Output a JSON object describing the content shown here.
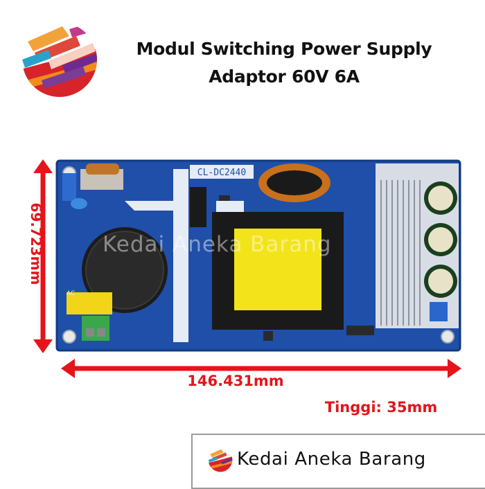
{
  "header": {
    "title_line1": "Modul Switching Power Supply",
    "title_line2": "Adaptor 60V 6A"
  },
  "board": {
    "silkscreen": "CL-DC2440",
    "ac_label": "AC"
  },
  "dimensions": {
    "height": "69.723mm",
    "width": "146.431mm",
    "tinggi": "Tinggi: 35mm"
  },
  "brand": {
    "name": "Kedai Aneka Barang",
    "watermark": "Kedai Aneka Barang"
  },
  "colors": {
    "accent_red": "#e5141b",
    "pcb_blue": "#1f4fa8",
    "transformer_yellow": "#f3e31b"
  }
}
